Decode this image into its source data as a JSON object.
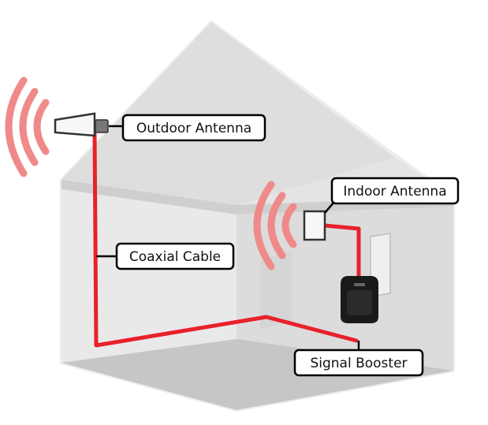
{
  "labels": {
    "outdoor_antenna": "Outdoor Antenna",
    "indoor_antenna": "Indoor Antenna",
    "coaxial_cable": "Coaxial Cable",
    "signal_booster": "Signal Booster"
  },
  "colors": {
    "cable": "#e8212a",
    "signal_waves": "#f08a8a",
    "house_wall": "#d9d9d9",
    "house_floor": "#c8c8c8",
    "house_outline": "#e6e6e6",
    "booster_body": "#1a1a1a"
  }
}
